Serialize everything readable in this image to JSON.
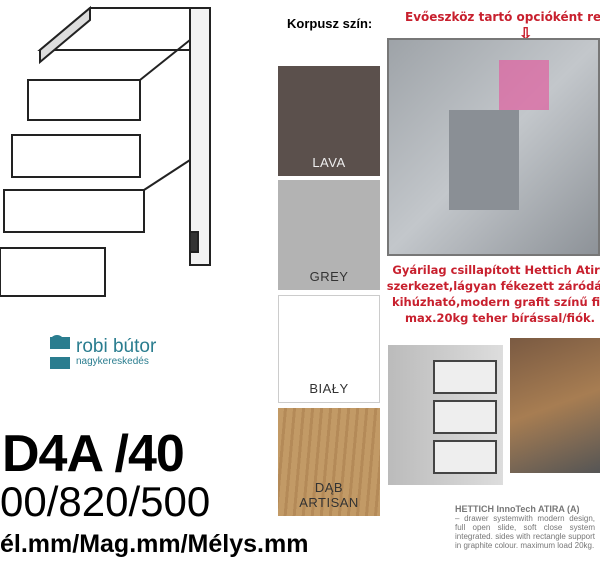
{
  "logo": {
    "name": "robi bútor",
    "subtitle": "nagykereskedés"
  },
  "product": {
    "code": "D4A /40",
    "dimensions": "00/820/500",
    "dimension_labels": "él.mm/Mag.mm/Mélys.mm"
  },
  "colors": {
    "header": "Korpusz szín:",
    "swatches": [
      {
        "label": "LAVA",
        "color": "#5b504c"
      },
      {
        "label": "GREY",
        "color": "#b3b3b3"
      },
      {
        "label": "BIAŁY",
        "color": "#ffffff"
      },
      {
        "label": "DĄB ARTISAN",
        "color": "#c29a66"
      }
    ]
  },
  "notes": {
    "cutlery": "Evőeszköz tartó opcióként rende",
    "hettich": [
      "Gyárilag csillapított Hettich Atira",
      "szerkezet,lágyan fékezett záródás,",
      "kihúzható,modern grafit színű fió",
      "max.20kg teher bírással/fiók."
    ]
  },
  "caption": {
    "title": "HETTICH InnoTech ATIRA (A)",
    "body": "– drawer systemwith modern design, full open slide, soft close system integrated. sides with rectangle support in graphite colour. maximum load 20kg."
  }
}
